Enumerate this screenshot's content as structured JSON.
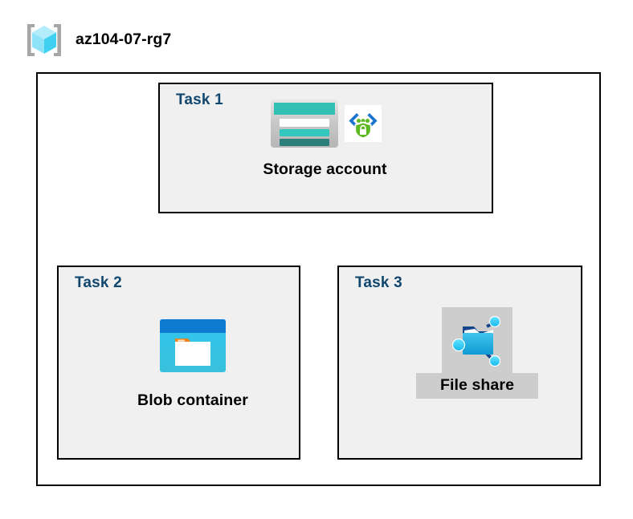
{
  "header": {
    "resource_group_name": "az104-07-rg7",
    "icon": "azure-resource-group-cube-icon"
  },
  "diagram": {
    "type": "azure-architecture-hierarchy",
    "root": "Storage account",
    "children": [
      "Blob container",
      "File share"
    ]
  },
  "tasks": [
    {
      "id": "task1",
      "label": "Task 1",
      "node_label": "Storage account",
      "icons": [
        "storage-account-icon",
        "secure-code-shield-icon"
      ],
      "highlighted": false
    },
    {
      "id": "task2",
      "label": "Task 2",
      "node_label": "Blob container",
      "icons": [
        "blob-container-icon"
      ],
      "highlighted": false
    },
    {
      "id": "task3",
      "label": "Task 3",
      "node_label": "File share",
      "icons": [
        "file-share-folder-icon"
      ],
      "highlighted": true
    }
  ],
  "colors": {
    "task_label": "#11476f",
    "box_border": "#000000",
    "box_fill": "#f0f0f0",
    "canvas": "#ffffff",
    "highlight_plate": "#cdcdcd",
    "storage_teal": "#32bfb4",
    "storage_teal_dark": "#2b7e79",
    "blob_blue": "#0f7ad2",
    "blob_cyan": "#30c6f0",
    "blob_orange": "#f0821e",
    "fileshare_blue": "#32b4e6",
    "fileshare_navy": "#14468c",
    "fileshare_node": "#37d2f5",
    "shield_green": "#5bb820",
    "bracket_blue": "#1b73cb",
    "cube_cyan": "#46d8f5",
    "cube_light": "#a7e9f9",
    "bracket_gray": "#a6a6a6"
  }
}
